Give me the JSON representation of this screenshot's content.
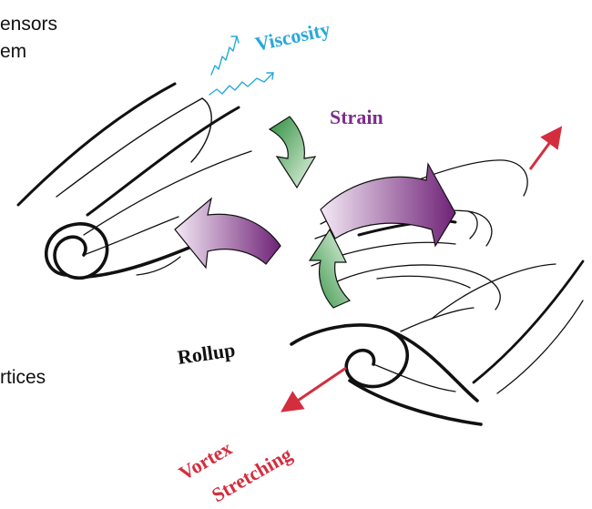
{
  "side_text": {
    "line1": "ensors",
    "line2": "em",
    "line3": "rtices"
  },
  "labels": {
    "viscosity": "Viscosity",
    "strain": "Strain",
    "rollup": "Rollup",
    "vortex": "Vortex",
    "stretching": "Stretching"
  },
  "colors": {
    "viscosity": "#29a8dc",
    "strain": "#7d2d8c",
    "rollup": "#111111",
    "vortex_stretching": "#d42e3e",
    "green_arrow": "#4fae5a",
    "purple_arrow": "#8e3c97",
    "sheet_stroke": "#111111"
  }
}
